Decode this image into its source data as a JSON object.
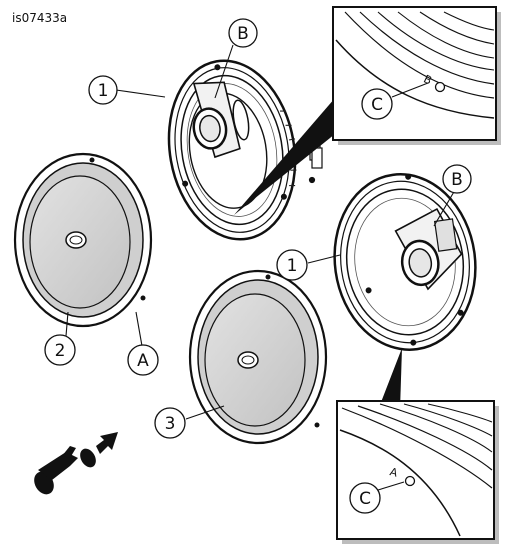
{
  "figure_id": "is07433a",
  "callouts": {
    "num_1_top": "1",
    "num_1_bottom": "1",
    "num_2": "2",
    "num_3": "3",
    "letter_a": "A",
    "letter_b_top": "B",
    "letter_b_bottom": "B",
    "letter_c_top": "C",
    "letter_c_bottom": "C"
  },
  "embossed_marks": {
    "top_detail": "B",
    "bottom_detail": "A"
  },
  "colors": {
    "line": "#111111",
    "grille_fill": "#cfcfcf",
    "grille_inner": "#dcdcdc",
    "shadow": "#bdbdbd"
  }
}
